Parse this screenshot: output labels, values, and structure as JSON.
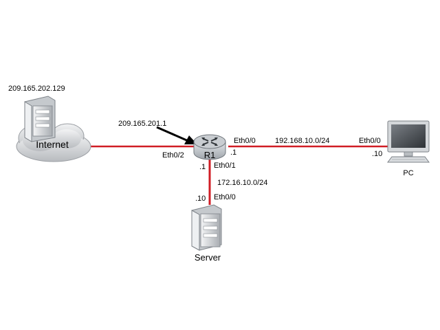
{
  "colors": {
    "link": "#d01c24",
    "arrow": "#000000",
    "cloud": "#d4d6d8",
    "device": "#dadde0"
  },
  "internet": {
    "ip": "209.165.202.129",
    "label": "Internet",
    "icon": "server-in-cloud-icon"
  },
  "router": {
    "name": "R1",
    "annotation": "209.165.201.1",
    "icon": "router-icon"
  },
  "links": {
    "internet": {
      "interface": "Eth0/2"
    },
    "pc": {
      "router_interface": "Eth0/0",
      "router_host": ".1",
      "network": "192.168.10.0/24",
      "pc_interface": "Eth0/0",
      "pc_host": ".10"
    },
    "server": {
      "router_host": ".1",
      "router_interface": "Eth0/1",
      "network": "172.16.10.0/24",
      "server_host": ".10",
      "server_interface": "Eth0/0"
    }
  },
  "pc": {
    "label": "PC",
    "icon": "monitor-icon"
  },
  "server": {
    "label": "Server",
    "icon": "server-icon"
  }
}
